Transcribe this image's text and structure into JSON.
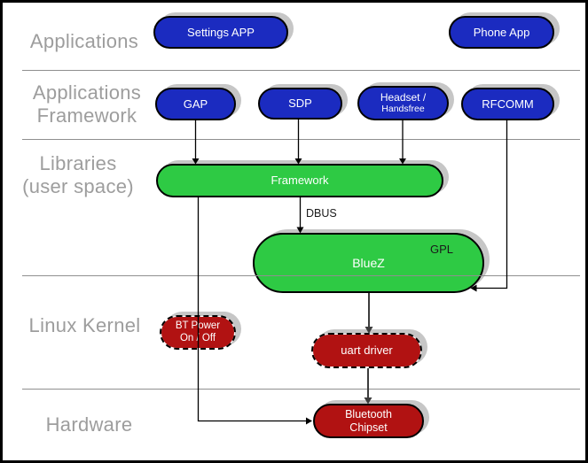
{
  "layers": {
    "applications": {
      "label": "Applications"
    },
    "applications_framework": {
      "line1": "Applications",
      "line2": "Framework"
    },
    "libraries": {
      "line1": "Libraries",
      "line2": "(user space)"
    },
    "linux_kernel": {
      "label": "Linux Kernel"
    },
    "hardware": {
      "label": "Hardware"
    }
  },
  "nodes": {
    "settings_app": {
      "label": "Settings APP"
    },
    "phone_app": {
      "label": "Phone App"
    },
    "gap": {
      "label": "GAP"
    },
    "sdp": {
      "label": "SDP"
    },
    "headset": {
      "line1": "Headset /",
      "line2": "Handsfree"
    },
    "rfcomm": {
      "label": "RFCOMM"
    },
    "framework": {
      "label": "Framework"
    },
    "bluez": {
      "label": "BlueZ",
      "license_tag": "GPL"
    },
    "bt_power": {
      "line1": "BT Power",
      "line2": "On / Off"
    },
    "uart_driver": {
      "label": "uart driver"
    },
    "bluetooth_chipset": {
      "line1": "Bluetooth",
      "line2": "Chipset"
    }
  },
  "edges": {
    "framework_to_bluez_label": "DBUS"
  },
  "colors": {
    "app_node_blue": "#1b2bc0",
    "userspace_node_green": "#2eca44",
    "kernel_node_red": "#b11212",
    "layer_label_gray": "#9d9d9d",
    "shadow_gray": "#c6c6c6",
    "divider_gray": "#8f8f8f",
    "node_text": "#ffffff",
    "annotation_text": "#1a1a1a"
  }
}
